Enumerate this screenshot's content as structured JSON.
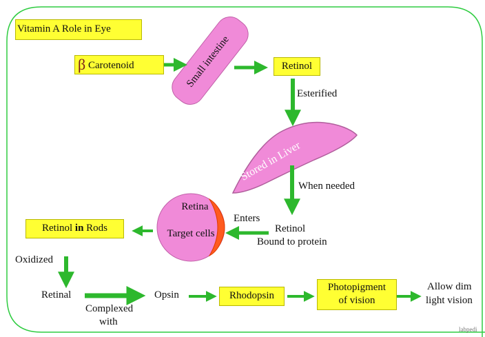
{
  "title": "Vitamin A Role in Eye",
  "nodes": {
    "beta_symbol": "β",
    "carotenoid": "Carotenoid",
    "small_intestine": "Small intestine",
    "retinol_top": "Retinol",
    "esterified": "Esterified",
    "stored_in_liver": "Stored in Liver",
    "when_needed": "When needed",
    "retinol_bound_1": "Retinol",
    "retinol_bound_2": "Bound to protein",
    "enters": "Enters",
    "retina": "Retina",
    "target_cells": "Target cells",
    "retinol_in_rods_a": "Retinol ",
    "retinol_in_rods_b": "in",
    "retinol_in_rods_c": " Rods",
    "oxidized": "Oxidized",
    "retinal": "Retinal",
    "complexed_1": "Complexed",
    "complexed_2": "with",
    "opsin": "Opsin",
    "rhodopsin": "Rhodopsin",
    "photopigment_1": "Photopigment",
    "photopigment_2": "of vision",
    "allow_dim_1": "Allow dim",
    "allow_dim_2": "light vision",
    "watermark": "labpedi"
  },
  "colors": {
    "highlight_box": "#ffff33",
    "organ_pink": "#f08ad8",
    "arrow_green": "#2db82d",
    "frame_green": "#2ecc40",
    "retina_orange": "#ff5a1f"
  }
}
